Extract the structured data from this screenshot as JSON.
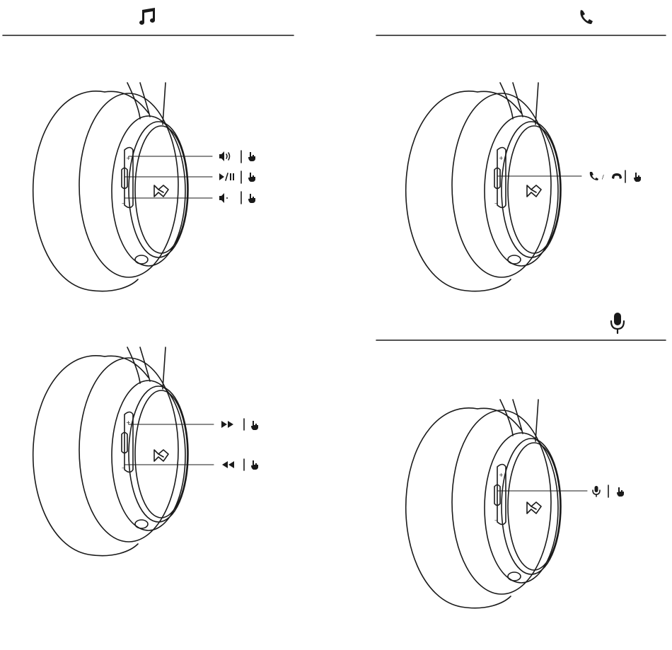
{
  "sections": [
    {
      "id": "music",
      "icon": "music-note-icon"
    },
    {
      "id": "call",
      "icon": "phone-icon"
    },
    {
      "id": "mic",
      "icon": "microphone-icon"
    }
  ],
  "button_labels": {
    "plus": "+",
    "minus": "–"
  },
  "controls": {
    "music_volume": [
      "volume-up-icon",
      "tap-hand-icon"
    ],
    "music_play": [
      "play-pause-icon",
      "tap-hand-icon"
    ],
    "music_volume_down": [
      "volume-down-icon",
      "tap-hand-icon"
    ],
    "music_skip": [
      "fast-forward-icon",
      "tap-hand-icon"
    ],
    "music_rewind": [
      "rewind-icon",
      "tap-hand-icon"
    ],
    "call_answer": [
      "phone-icon",
      "hang-up-icon",
      "tap-hand-icon"
    ],
    "mic_toggle": [
      "microphone-icon",
      "tap-hand-icon"
    ]
  }
}
